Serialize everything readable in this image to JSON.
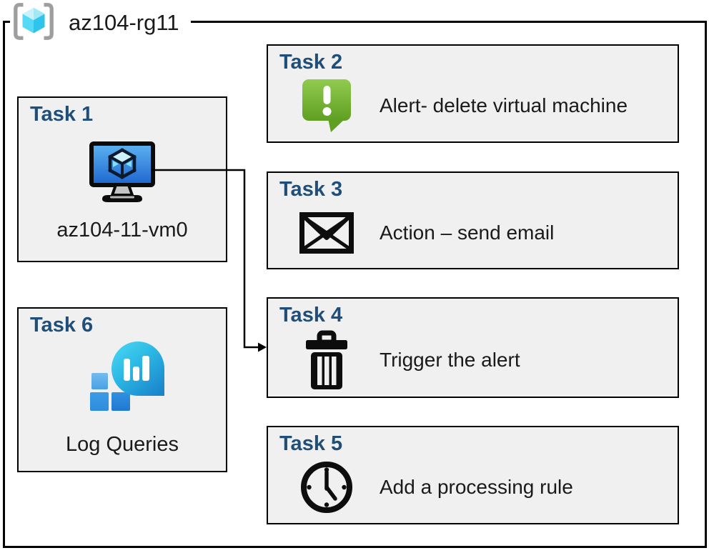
{
  "resource_group": {
    "name": "az104-rg11",
    "icon": "resource-group-icon"
  },
  "tasks": [
    {
      "label": "Task 1",
      "caption": "az104-11-vm0",
      "icon": "virtual-machine-icon"
    },
    {
      "label": "Task 2",
      "caption": "Alert- delete virtual machine",
      "icon": "alert-icon"
    },
    {
      "label": "Task 3",
      "caption": "Action – send email",
      "icon": "email-icon"
    },
    {
      "label": "Task 4",
      "caption": "Trigger the alert",
      "icon": "trash-icon"
    },
    {
      "label": "Task 5",
      "caption": "Add a processing rule",
      "icon": "clock-icon"
    },
    {
      "label": "Task 6",
      "caption": "Log Queries",
      "icon": "log-analytics-icon"
    }
  ],
  "connections": [
    {
      "from": "Task 1",
      "to": "Task 4"
    }
  ],
  "colors": {
    "heading_blue": "#1F4E79",
    "box_fill": "#F0F0F0",
    "box_border": "#000000",
    "alert_green": "#6FB02C",
    "vm_screen_blue": "#2B7CD3",
    "log_analytics_teal": "#25B6E0",
    "resource_group_cyan": "#50E6FF",
    "bracket_gray": "#9E9E9E",
    "text": "#1A1A1A"
  }
}
